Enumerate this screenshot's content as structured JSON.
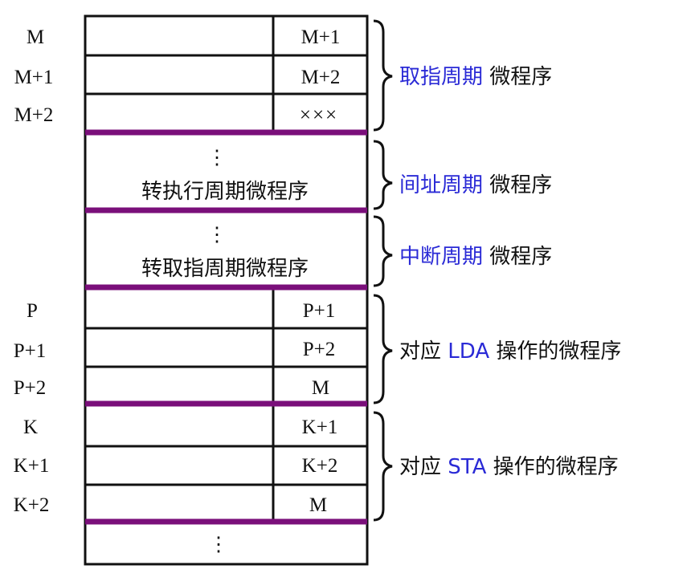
{
  "addresses": {
    "m0": "M",
    "m1": "M+1",
    "m2": "M+2",
    "p0": "P",
    "p1": "P+1",
    "p2": "P+2",
    "k0": "K",
    "k1": "K+1",
    "k2": "K+2"
  },
  "next_address": {
    "m0": "M+1",
    "m1": "M+2",
    "m2": "×××",
    "p0": "P+1",
    "p1": "P+2",
    "p2": "M",
    "k0": "K+1",
    "k1": "K+2",
    "k2": "M"
  },
  "block_texts": {
    "dots": "⋮",
    "indirect_block": "转执行周期微程序",
    "interrupt_block": "转取指周期微程序"
  },
  "brace_labels": {
    "fetch_highlight": "取指周期",
    "fetch_rest": " 微程序",
    "indirect_highlight": "间址周期",
    "indirect_rest": " 微程序",
    "interrupt_highlight": "中断周期",
    "interrupt_rest": " 微程序",
    "lda_pre": "对应 ",
    "lda_highlight": "LDA",
    "lda_post": " 操作的微程序",
    "sta_pre": "对应 ",
    "sta_highlight": "STA",
    "sta_post": " 操作的微程序"
  },
  "colors": {
    "separator": "#7a0f7a",
    "highlight_text": "#2a2ad6",
    "border": "#111111"
  }
}
